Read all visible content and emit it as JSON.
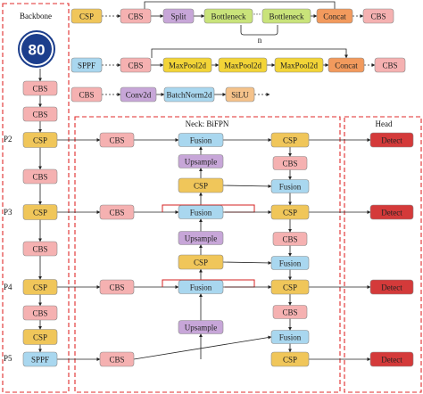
{
  "colors": {
    "cbs": "#f5b1b1",
    "csp": "#f0c65a",
    "split": "#c7a6d8",
    "bottleneck": "#c9e37a",
    "concat": "#f29a5d",
    "sppf": "#a9d7ef",
    "fusion": "#a9d7ef",
    "upsample": "#c7a6d8",
    "maxpool": "#f2d437",
    "conv2d": "#c7a6d8",
    "batchnorm": "#a9d7ef",
    "silu": "#f5c28a",
    "detect": "#d43a3a",
    "panel_border": "#e02b2b",
    "logo_fill": "#1c3e8c"
  },
  "labels": {
    "backbone": "Backbone",
    "neck": "Neck: BiFPN",
    "head": "Head",
    "logo": "80",
    "loop_n": "n",
    "dots": "···",
    "p2": "P2",
    "p3": "P3",
    "p4": "P4",
    "p5": "P5"
  },
  "csp_def": {
    "input": "CSP",
    "cbs1": "CBS",
    "split": "Split",
    "bottleneck1": "Bottleneck",
    "bottleneck2": "Bottleneck",
    "concat": "Concat",
    "cbs2": "CBS"
  },
  "sppf_def": {
    "input": "SPPF",
    "cbs1": "CBS",
    "pool1": "MaxPool2d",
    "pool2": "MaxPool2d",
    "pool3": "MaxPool2d",
    "concat": "Concat",
    "cbs2": "CBS"
  },
  "cbs_def": {
    "input": "CBS",
    "conv": "Conv2d",
    "bn": "BatchNorm2d",
    "act": "SiLU"
  },
  "backbone": {
    "cbs1": "CBS",
    "cbs2": "CBS",
    "csp_p2": "CSP",
    "cbs3": "CBS",
    "csp_p3": "CSP",
    "cbs4": "CBS",
    "csp_p4": "CSP",
    "cbs5": "CBS",
    "csp5": "CSP",
    "sppf": "SPPF"
  },
  "neck": {
    "lat_p2": "CBS",
    "lat_p3": "CBS",
    "lat_p4": "CBS",
    "lat_p5": "CBS",
    "fusion_p2": "Fusion",
    "upsample_1": "Upsample",
    "csp_a": "CSP",
    "fusion_p3": "Fusion",
    "upsample_2": "Upsample",
    "csp_b": "CSP",
    "fusion_p4": "Fusion",
    "upsample_3": "Upsample",
    "out_csp_1": "CSP",
    "down_cbs_1": "CBS",
    "fusion_r2": "Fusion",
    "out_csp_2": "CSP",
    "down_cbs_2": "CBS",
    "fusion_r3": "Fusion",
    "out_csp_3": "CSP",
    "down_cbs_3": "CBS",
    "fusion_r4": "Fusion",
    "out_csp_4": "CSP"
  },
  "head": {
    "detect_1": "Detect",
    "detect_2": "Detect",
    "detect_3": "Detect",
    "detect_4": "Detect"
  }
}
